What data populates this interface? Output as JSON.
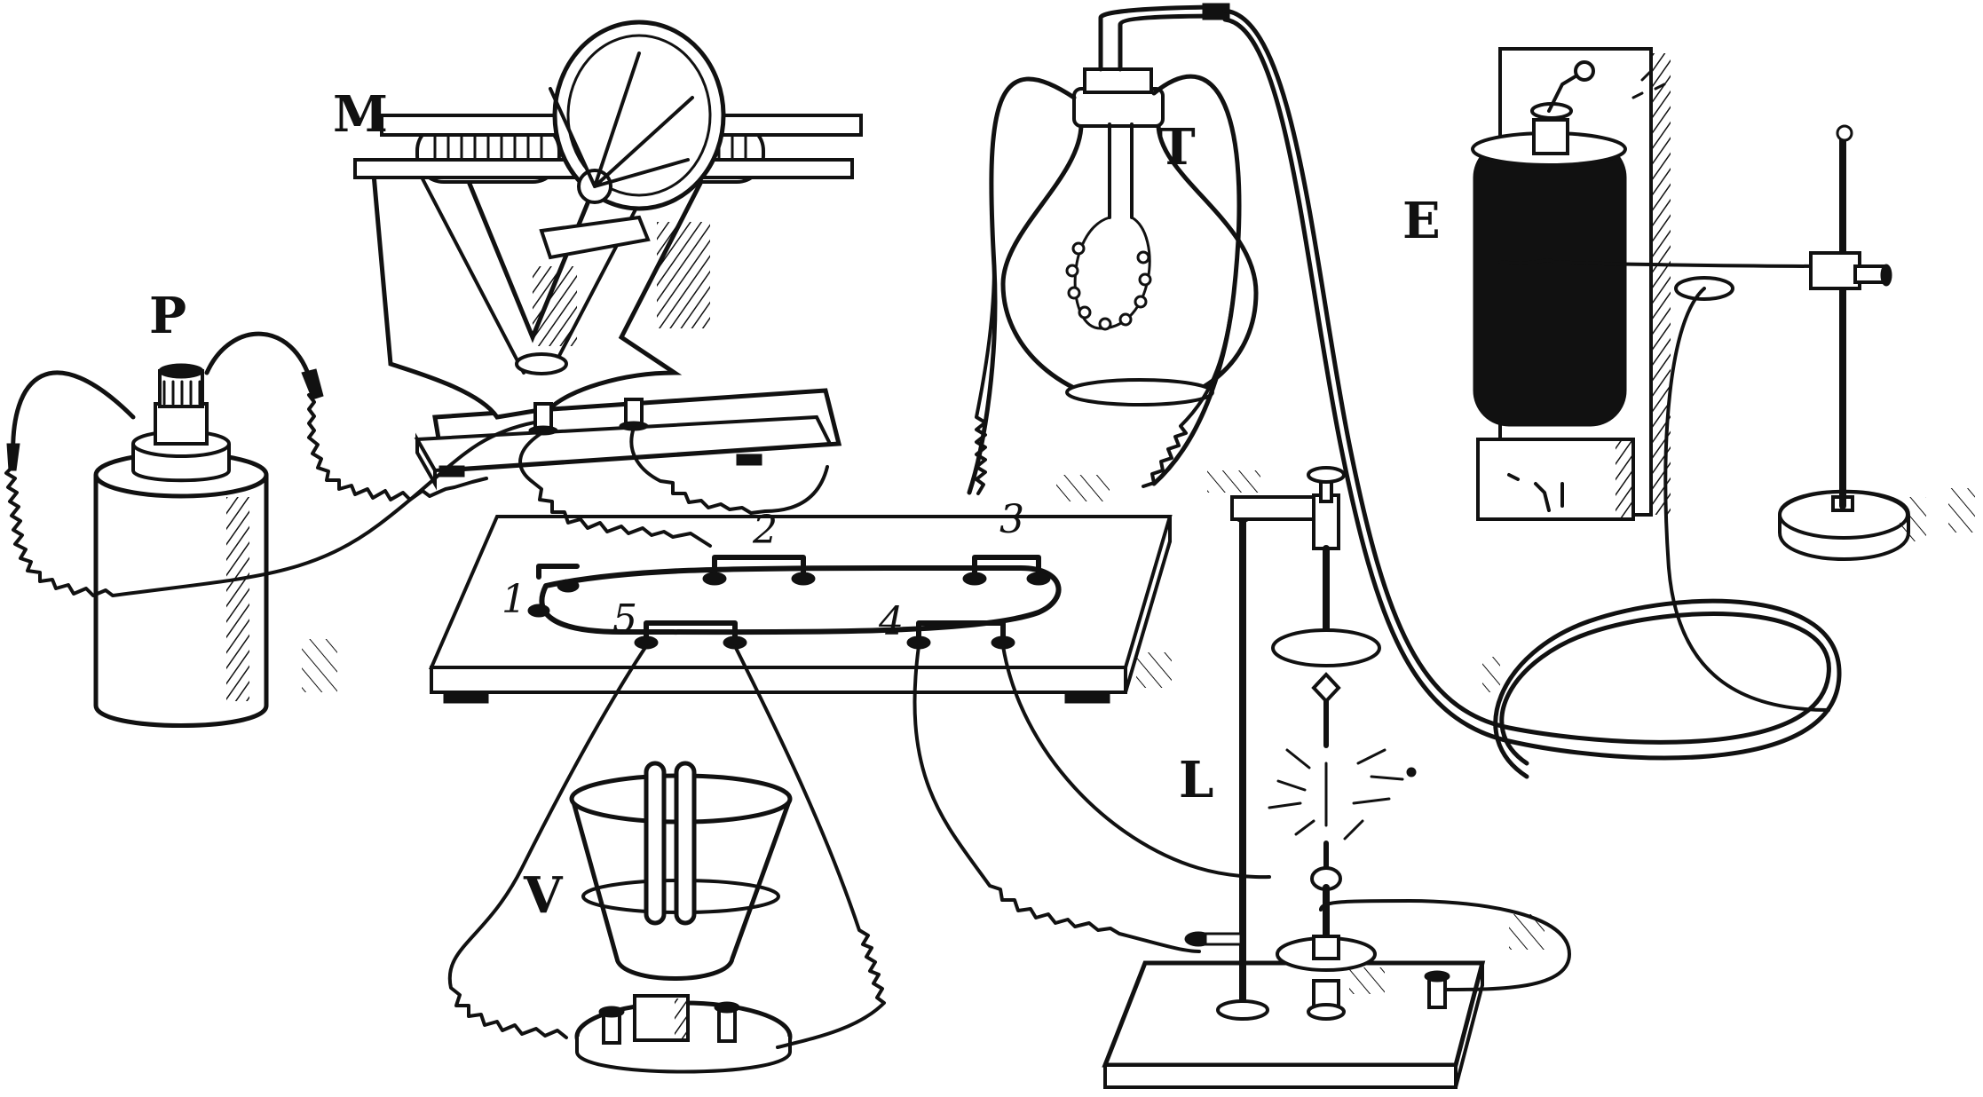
{
  "labels": {
    "battery": "P",
    "magneto": "M",
    "lamp": "T",
    "electrophorus": "E",
    "voltameter": "V",
    "spark_apparatus": "L"
  },
  "terminals": {
    "t1": "1",
    "t2": "2",
    "t3": "3",
    "t4": "4",
    "t5": "5"
  },
  "colors": {
    "ink": "#111111",
    "paper": "#ffffff"
  }
}
